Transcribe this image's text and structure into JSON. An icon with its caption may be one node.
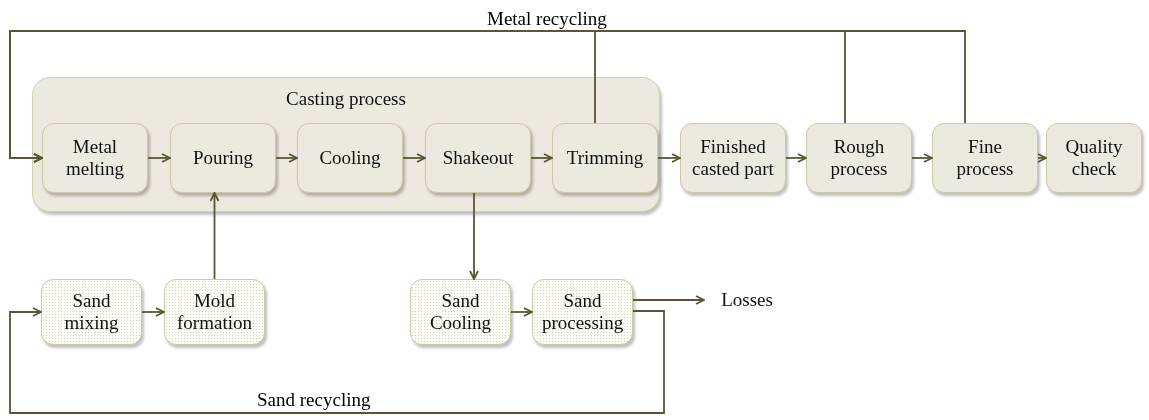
{
  "diagram": {
    "nodes": [
      {
        "text": [
          "Casting process"
        ]
      },
      {
        "text": [
          "Metal melting"
        ],
        "in": 0
      },
      {
        "text": [
          "Pouring"
        ],
        "in": 0
      },
      {
        "text": [
          "Cooling"
        ],
        "in": 0
      },
      {
        "text": [
          "Shakeout"
        ],
        "in": 0
      },
      {
        "text": [
          "Trimming"
        ],
        "in": 0
      },
      {
        "text": [
          "Finished casted part"
        ]
      },
      {
        "text": [
          "Rough process"
        ]
      },
      {
        "text": [
          "Fine process"
        ]
      },
      {
        "text": [
          "Quality check"
        ]
      },
      {
        "text": [
          "Sand mixing"
        ]
      },
      {
        "text": [
          "Mold formation"
        ]
      },
      {
        "text": [
          "Sand Cooling"
        ]
      },
      {
        "text": [
          "Sand processing"
        ]
      },
      {
        "text": [
          "Losses"
        ]
      }
    ],
    "edges": [
      {
        "from": 1,
        "to": 2,
        "arrow": "to"
      },
      {
        "from": 2,
        "to": 3,
        "arrow": "to"
      },
      {
        "from": 3,
        "to": 4,
        "arrow": "to"
      },
      {
        "from": 4,
        "to": 5,
        "arrow": "to"
      },
      {
        "from": 5,
        "to": 6,
        "arrow": "to"
      },
      {
        "from": 6,
        "to": 7,
        "arrow": "to"
      },
      {
        "from": 7,
        "to": 8,
        "arrow": "to"
      },
      {
        "from": 8,
        "to": 9,
        "arrow": "to"
      },
      {
        "from": 10,
        "to": 11,
        "arrow": "to"
      },
      {
        "from": 11,
        "to": 2,
        "arrow": "to"
      },
      {
        "from": 4,
        "to": 12,
        "arrow": "to"
      },
      {
        "from": 12,
        "to": 13,
        "arrow": "to"
      },
      {
        "from": 13,
        "to": 14,
        "arrow": "to"
      },
      {
        "from": 13,
        "to": 10,
        "arrow": "to",
        "label": "Sand recycling"
      },
      {
        "from": 5,
        "to": 1,
        "arrow": "to",
        "label": "Metal recycling"
      },
      {
        "from": 7,
        "to": 1,
        "arrow": "to"
      },
      {
        "from": 8,
        "to": 1,
        "arrow": "to"
      }
    ]
  }
}
